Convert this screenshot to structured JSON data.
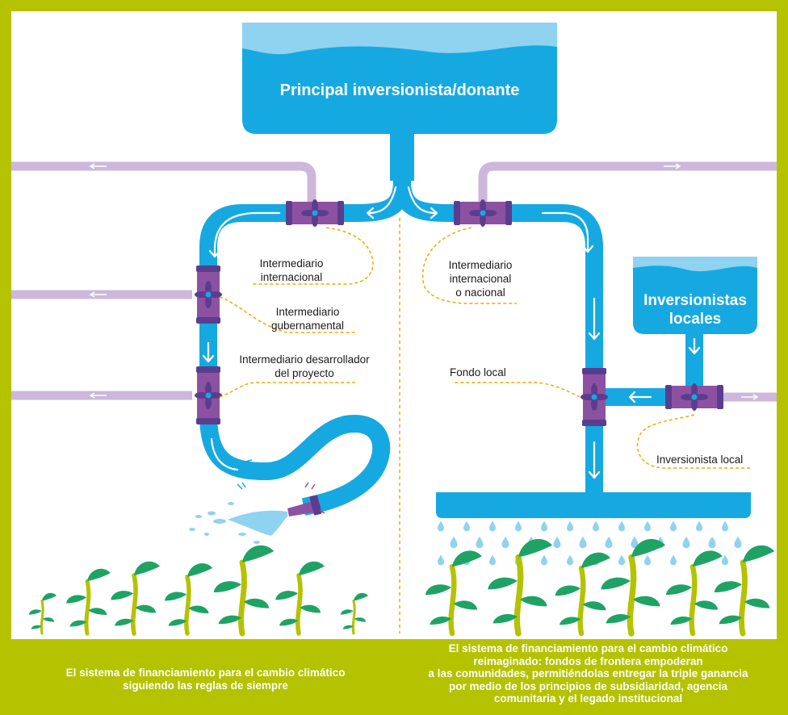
{
  "colors": {
    "frame": "#b5c200",
    "background": "#ffffff",
    "water": "#16a9e1",
    "water_light": "#8fd3f0",
    "side_pipe": "#cdb7dc",
    "valve": "#8c52a1",
    "valve_dark": "#5b3d8f",
    "plant_stem": "#b5c200",
    "plant_leaf": "#1fa365",
    "dashed_line": "#f2a900"
  },
  "tanks": {
    "main": "Principal inversionista/donante",
    "local_line1": "Inversionistas",
    "local_line2": "locales"
  },
  "labels": {
    "intermediario_internacional": [
      "Intermediario",
      "internacional"
    ],
    "intermediario_gubernamental": [
      "Intermediario",
      "gubernamental"
    ],
    "intermediario_desarrollador": [
      "Intermediario desarrollador",
      "del proyecto"
    ],
    "intermediario_int_nacional": [
      "Intermediario",
      "internacional",
      "o nacional"
    ],
    "fondo_local": "Fondo local",
    "inversionista_local": "Inversionista local"
  },
  "icons": {
    "valve": "fan-valve-icon",
    "arrow": "flow-arrow-icon",
    "plant": "sprout-icon",
    "droplet": "water-droplet-icon",
    "hose_nozzle": "hose-nozzle-icon"
  },
  "captions": {
    "left": [
      "El sistema de financiamiento para el cambio climático",
      "siguiendo las reglas de siempre"
    ],
    "right": [
      "El sistema de financiamiento para el cambio climático",
      "reimaginado: fondos de frontera empoderan",
      "a las comunidades, permitiéndolas entregar la triple ganancia",
      "por medio de los principios de subsidiaridad, agencia",
      "comunitaria y el legado institucional"
    ]
  }
}
